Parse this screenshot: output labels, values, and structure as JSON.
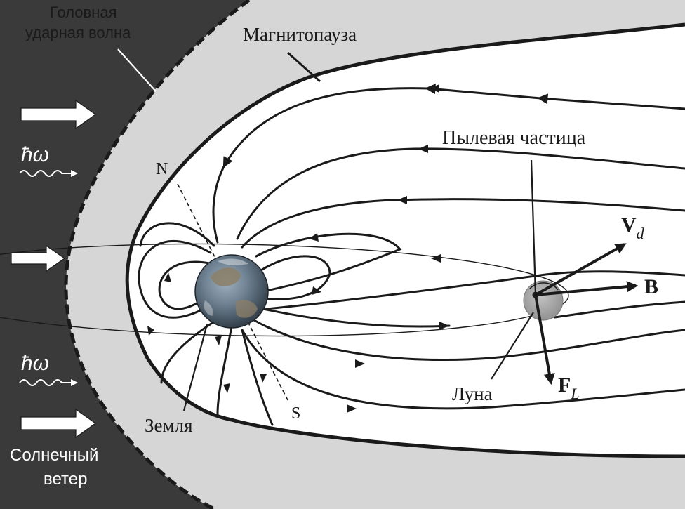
{
  "labels": {
    "bow_shock": [
      "Головная",
      "ударная волна"
    ],
    "magnetopause": "Магнитопауза",
    "dust_particle": "Пылевая частица",
    "north": "N",
    "south": "S",
    "earth": "Земля",
    "moon": "Луна",
    "photon_top": "ħω",
    "photon_bottom": "ħω",
    "solar_wind": [
      "Солнечный",
      "ветер"
    ],
    "velocity_main": "V",
    "velocity_sub": "d",
    "field": "B",
    "force_main": "F",
    "force_sub": "L"
  },
  "colors": {
    "solar_region": "#3a3a3a",
    "magnetosheath": "#d6d6d6",
    "magnetosphere": "#ffffff",
    "lines": "#1a1a1a",
    "moon": "#a8a8a8",
    "earth_ocean": "#5b6f80",
    "earth_land": "#8c7f68"
  },
  "icons": [
    "solar-wind-arrow-icon",
    "photon-wave-icon",
    "field-line-arrowhead-icon"
  ]
}
